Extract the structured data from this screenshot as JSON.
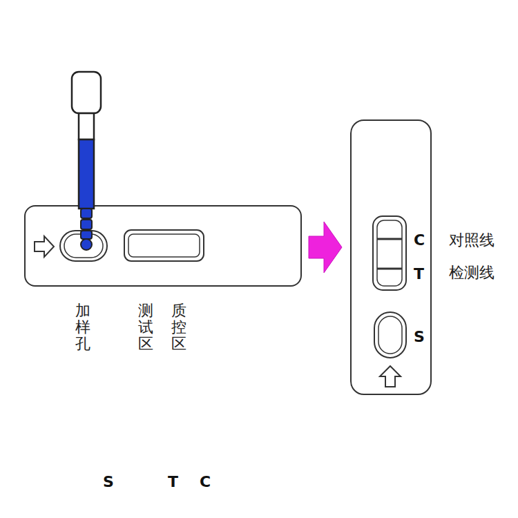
{
  "diagram": {
    "nodes": [
      {
        "text": [
          "S",
          "T",
          "C"
        ]
      },
      {
        "text": [
          "C",
          "T",
          "S"
        ]
      }
    ],
    "edges": [
      {
        "from": 0,
        "to": 1,
        "arrow": "to"
      }
    ],
    "labels": [
      "加样孔",
      "测试区",
      "质控区",
      "对照线",
      "检测线"
    ]
  }
}
